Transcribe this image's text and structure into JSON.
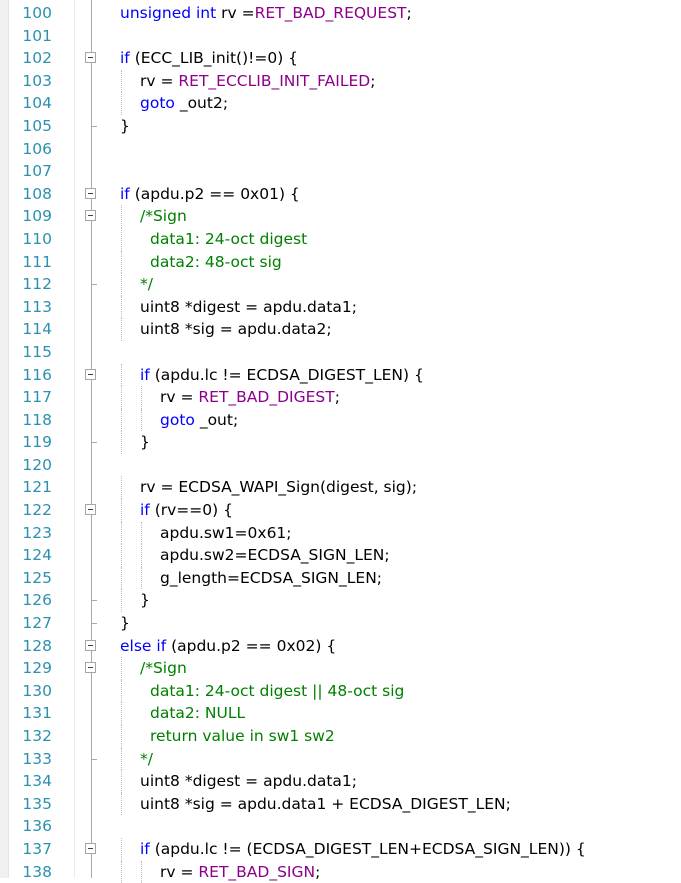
{
  "editor": {
    "colors": {
      "line_number": "#2b91af",
      "keyword": "#0000ff",
      "macro": "#8b008b",
      "comment": "#008000",
      "plain": "#000000"
    },
    "lines": [
      {
        "n": "100",
        "indent": 1,
        "tokens": [
          {
            "t": "kw",
            "v": "unsigned int"
          },
          {
            "t": "plain",
            "v": " rv ="
          },
          {
            "t": "macro",
            "v": "RET_BAD_REQUEST"
          },
          {
            "t": "plain",
            "v": ";"
          }
        ]
      },
      {
        "n": "101",
        "indent": 0,
        "tokens": []
      },
      {
        "n": "102",
        "indent": 1,
        "fold": "start",
        "tokens": [
          {
            "t": "kw",
            "v": "if"
          },
          {
            "t": "plain",
            "v": " (ECC_LIB_init()!=0) {"
          }
        ]
      },
      {
        "n": "103",
        "indent": 2,
        "tokens": [
          {
            "t": "plain",
            "v": "rv = "
          },
          {
            "t": "macro",
            "v": "RET_ECCLIB_INIT_FAILED"
          },
          {
            "t": "plain",
            "v": ";"
          }
        ]
      },
      {
        "n": "104",
        "indent": 2,
        "tokens": [
          {
            "t": "kw",
            "v": "goto"
          },
          {
            "t": "plain",
            "v": " _out2;"
          }
        ]
      },
      {
        "n": "105",
        "indent": 1,
        "fold": "end",
        "tokens": [
          {
            "t": "plain",
            "v": "}"
          }
        ]
      },
      {
        "n": "106",
        "indent": 0,
        "tokens": []
      },
      {
        "n": "107",
        "indent": 0,
        "tokens": []
      },
      {
        "n": "108",
        "indent": 1,
        "fold": "start",
        "tokens": [
          {
            "t": "kw",
            "v": "if"
          },
          {
            "t": "plain",
            "v": " (apdu.p2 == 0x01) {"
          }
        ]
      },
      {
        "n": "109",
        "indent": 2,
        "fold": "start",
        "tokens": [
          {
            "t": "comment",
            "v": "/*Sign"
          }
        ]
      },
      {
        "n": "110",
        "indent": 2,
        "extra": " ",
        "tokens": [
          {
            "t": "comment",
            "v": "data1: 24-oct digest"
          }
        ]
      },
      {
        "n": "111",
        "indent": 2,
        "extra": " ",
        "tokens": [
          {
            "t": "comment",
            "v": "data2: 48-oct sig"
          }
        ]
      },
      {
        "n": "112",
        "indent": 2,
        "fold": "end",
        "tokens": [
          {
            "t": "comment",
            "v": "*/"
          }
        ]
      },
      {
        "n": "113",
        "indent": 2,
        "tokens": [
          {
            "t": "plain",
            "v": "uint8 *digest = apdu.data1;"
          }
        ]
      },
      {
        "n": "114",
        "indent": 2,
        "tokens": [
          {
            "t": "plain",
            "v": "uint8 *sig = apdu.data2;"
          }
        ]
      },
      {
        "n": "115",
        "indent": 0,
        "tokens": []
      },
      {
        "n": "116",
        "indent": 2,
        "fold": "start",
        "tokens": [
          {
            "t": "kw",
            "v": "if"
          },
          {
            "t": "plain",
            "v": " (apdu.lc != ECDSA_DIGEST_LEN) {"
          }
        ]
      },
      {
        "n": "117",
        "indent": 3,
        "tokens": [
          {
            "t": "plain",
            "v": "rv = "
          },
          {
            "t": "macro",
            "v": "RET_BAD_DIGEST"
          },
          {
            "t": "plain",
            "v": ";"
          }
        ]
      },
      {
        "n": "118",
        "indent": 3,
        "tokens": [
          {
            "t": "kw",
            "v": "goto"
          },
          {
            "t": "plain",
            "v": " _out;"
          }
        ]
      },
      {
        "n": "119",
        "indent": 2,
        "fold": "end",
        "tokens": [
          {
            "t": "plain",
            "v": "}"
          }
        ]
      },
      {
        "n": "120",
        "indent": 0,
        "tokens": []
      },
      {
        "n": "121",
        "indent": 2,
        "tokens": [
          {
            "t": "plain",
            "v": "rv = ECDSA_WAPI_Sign(digest, sig);"
          }
        ]
      },
      {
        "n": "122",
        "indent": 2,
        "fold": "start",
        "tokens": [
          {
            "t": "kw",
            "v": "if"
          },
          {
            "t": "plain",
            "v": " (rv==0) {"
          }
        ]
      },
      {
        "n": "123",
        "indent": 3,
        "tokens": [
          {
            "t": "plain",
            "v": "apdu.sw1=0x61;"
          }
        ]
      },
      {
        "n": "124",
        "indent": 3,
        "tokens": [
          {
            "t": "plain",
            "v": "apdu.sw2=ECDSA_SIGN_LEN;"
          }
        ]
      },
      {
        "n": "125",
        "indent": 3,
        "tokens": [
          {
            "t": "plain",
            "v": "g_length=ECDSA_SIGN_LEN;"
          }
        ]
      },
      {
        "n": "126",
        "indent": 2,
        "fold": "end",
        "tokens": [
          {
            "t": "plain",
            "v": "}"
          }
        ]
      },
      {
        "n": "127",
        "indent": 1,
        "fold": "end",
        "tokens": [
          {
            "t": "plain",
            "v": "}"
          }
        ]
      },
      {
        "n": "128",
        "indent": 1,
        "fold": "start",
        "tokens": [
          {
            "t": "kw",
            "v": "else if"
          },
          {
            "t": "plain",
            "v": " (apdu.p2 == 0x02) {"
          }
        ]
      },
      {
        "n": "129",
        "indent": 2,
        "fold": "start",
        "tokens": [
          {
            "t": "comment",
            "v": "/*Sign"
          }
        ]
      },
      {
        "n": "130",
        "indent": 2,
        "extra": " ",
        "tokens": [
          {
            "t": "comment",
            "v": "data1: 24-oct digest || 48-oct sig"
          }
        ]
      },
      {
        "n": "131",
        "indent": 2,
        "extra": " ",
        "tokens": [
          {
            "t": "comment",
            "v": "data2: NULL"
          }
        ]
      },
      {
        "n": "132",
        "indent": 2,
        "extra": " ",
        "tokens": [
          {
            "t": "comment",
            "v": "return value in sw1 sw2"
          }
        ]
      },
      {
        "n": "133",
        "indent": 2,
        "fold": "end",
        "tokens": [
          {
            "t": "comment",
            "v": "*/"
          }
        ]
      },
      {
        "n": "134",
        "indent": 2,
        "tokens": [
          {
            "t": "plain",
            "v": "uint8 *digest = apdu.data1;"
          }
        ]
      },
      {
        "n": "135",
        "indent": 2,
        "tokens": [
          {
            "t": "plain",
            "v": "uint8 *sig = apdu.data1 + ECDSA_DIGEST_LEN;"
          }
        ]
      },
      {
        "n": "136",
        "indent": 0,
        "tokens": []
      },
      {
        "n": "137",
        "indent": 2,
        "fold": "start",
        "tokens": [
          {
            "t": "kw",
            "v": "if"
          },
          {
            "t": "plain",
            "v": " (apdu.lc != (ECDSA_DIGEST_LEN+ECDSA_SIGN_LEN)) {"
          }
        ]
      },
      {
        "n": "138",
        "indent": 3,
        "tokens": [
          {
            "t": "plain",
            "v": "rv = "
          },
          {
            "t": "macro",
            "v": "RET_BAD_SIGN"
          },
          {
            "t": "plain",
            "v": ";"
          }
        ]
      }
    ]
  }
}
